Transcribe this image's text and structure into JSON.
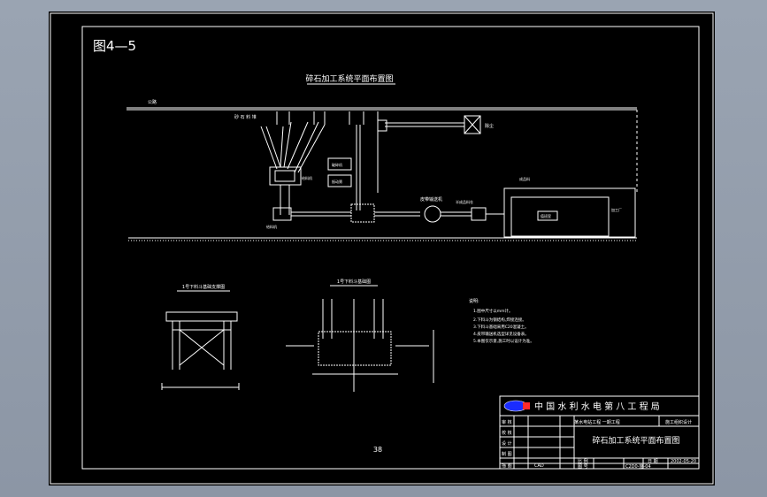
{
  "figure_label": "图4—5",
  "plan_title": "碎石加工系统平面布置图",
  "sections": {
    "left_title": "1号下料斗基础支撑图",
    "right_title": "1号下料斗基础图"
  },
  "plan_labels": {
    "road": "公路",
    "stockpile": "砂 石 料 堆",
    "dust": "除尘",
    "feeder1": "给料机",
    "feeder2": "给料机",
    "crusher": "破碎机",
    "belt": "皮带输送机",
    "screen": "振动筛",
    "conveyor": "半成品料仓",
    "shed": "加工厂",
    "office": "值班室",
    "stock": "成品料"
  },
  "notes": [
    "说明:",
    "1.图中尺寸以mm计。",
    "2.下料斗为钢结构,焊接连接。",
    "3.下料斗基础采用C20混凝土。",
    "4.皮带输送机选型详见设备表。",
    "5.本图仅示意,施工时以设计为准。"
  ],
  "page_number": "38",
  "title_block": {
    "company": "中 国 水 利 水 电 第 八 工 程 局",
    "project": "某水电站工程 一期工程",
    "stage": "施工组织设计",
    "drawing_title": "碎石加工系统平面布置图",
    "rows_left": [
      "审 核",
      "校 核",
      "设 计",
      "制 图",
      "描 图"
    ],
    "scale_label": "比 例",
    "drawing_no_label": "图 号",
    "date_label": "日 期",
    "date": "2002-05-20",
    "drawing_no": "C2D0-施-04",
    "author": "CAD"
  }
}
